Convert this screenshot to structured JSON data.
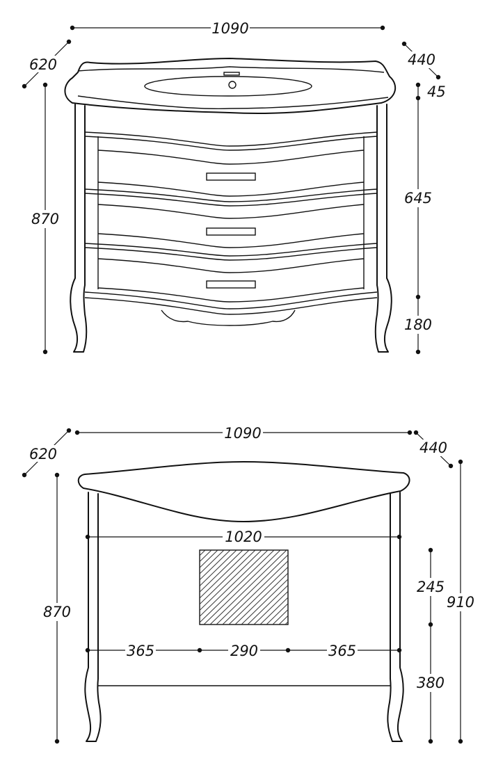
{
  "front_view": {
    "width": "1090",
    "depth_left": "620",
    "depth_right": "440",
    "total_height": "870",
    "top_thickness": "45",
    "body_height": "645",
    "legs_height": "180"
  },
  "back_view": {
    "width": "1090",
    "depth_left": "620",
    "depth_right": "440",
    "total_height": "870",
    "overall_height": "910",
    "inner_width": "1020",
    "opening_height": "245",
    "opening_offset": "380",
    "left_margin": "365",
    "opening_width": "290",
    "right_margin": "365"
  },
  "colors": {
    "ink": "#111111",
    "paper": "#ffffff"
  }
}
